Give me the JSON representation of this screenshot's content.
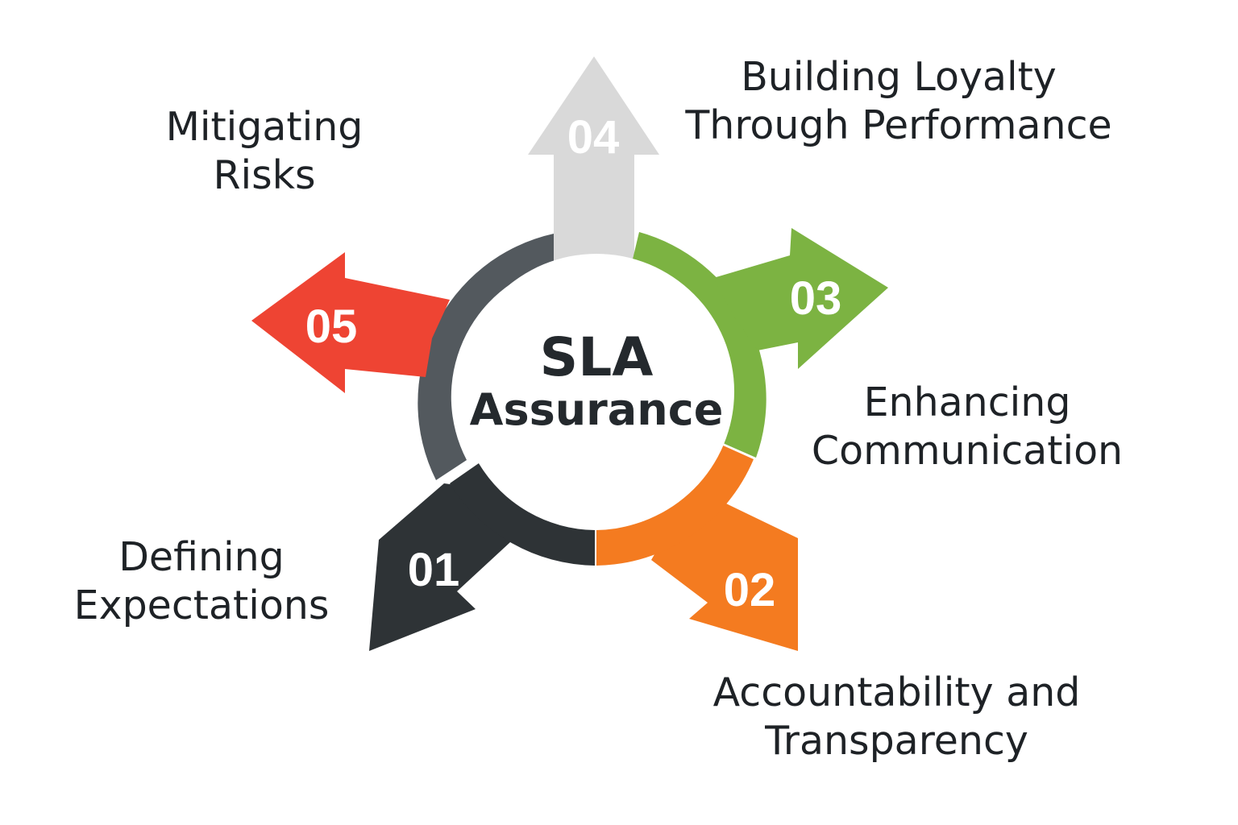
{
  "center": {
    "title": "SLA",
    "subtitle": "Assurance"
  },
  "steps": [
    {
      "number": "01",
      "label_lines": [
        "Defining",
        "Expectations"
      ],
      "color": "#2e3336"
    },
    {
      "number": "02",
      "label_lines": [
        "Accountability and",
        "Transparency"
      ],
      "color": "#f47b20"
    },
    {
      "number": "03",
      "label_lines": [
        "Enhancing",
        "Communication"
      ],
      "color": "#7cb342"
    },
    {
      "number": "04",
      "label_lines": [
        "Building Loyalty",
        "Through Performance"
      ],
      "color": "#d9d9d9"
    },
    {
      "number": "05",
      "label_lines": [
        "Mitigating",
        "Risks"
      ],
      "color": "#ee4433"
    }
  ],
  "ring_colors": {
    "dark_gray": "#53595e",
    "black": "#2e3336"
  }
}
